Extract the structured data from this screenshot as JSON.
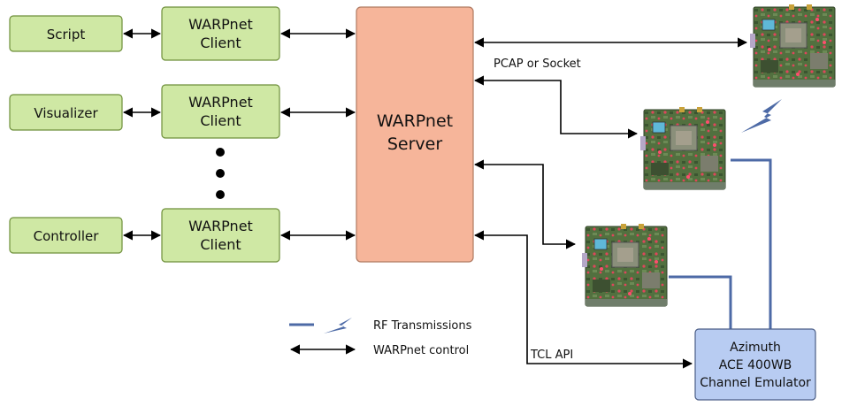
{
  "nodes": {
    "script": "Script",
    "visualizer": "Visualizer",
    "controller": "Controller",
    "client_line1": "WARPnet",
    "client_line2": "Client",
    "server_line1": "WARPnet",
    "server_line2": "Server",
    "emulator_line1": "Azimuth",
    "emulator_line2": "ACE 400WB",
    "emulator_line3": "Channel Emulator"
  },
  "labels": {
    "pcap": "PCAP or Socket",
    "tcl": "TCL API"
  },
  "legend": {
    "rf": "RF Transmissions",
    "control": "WARPnet control"
  },
  "colors": {
    "green_fill": "#cfe8a4",
    "green_stroke": "#6e8f3a",
    "server_fill": "#f6b59a",
    "server_stroke": "#b07a62",
    "emulator_fill": "#b8ccf2",
    "emulator_stroke": "#4a5d86",
    "rf_blue": "#4d6aa6",
    "arrow": "#000000",
    "board_green": "#4f6b3c",
    "board_red": "#d6404f"
  },
  "icons": {
    "board": "warp-fpga-board-icon",
    "lightning": "lightning-bolt-icon"
  }
}
